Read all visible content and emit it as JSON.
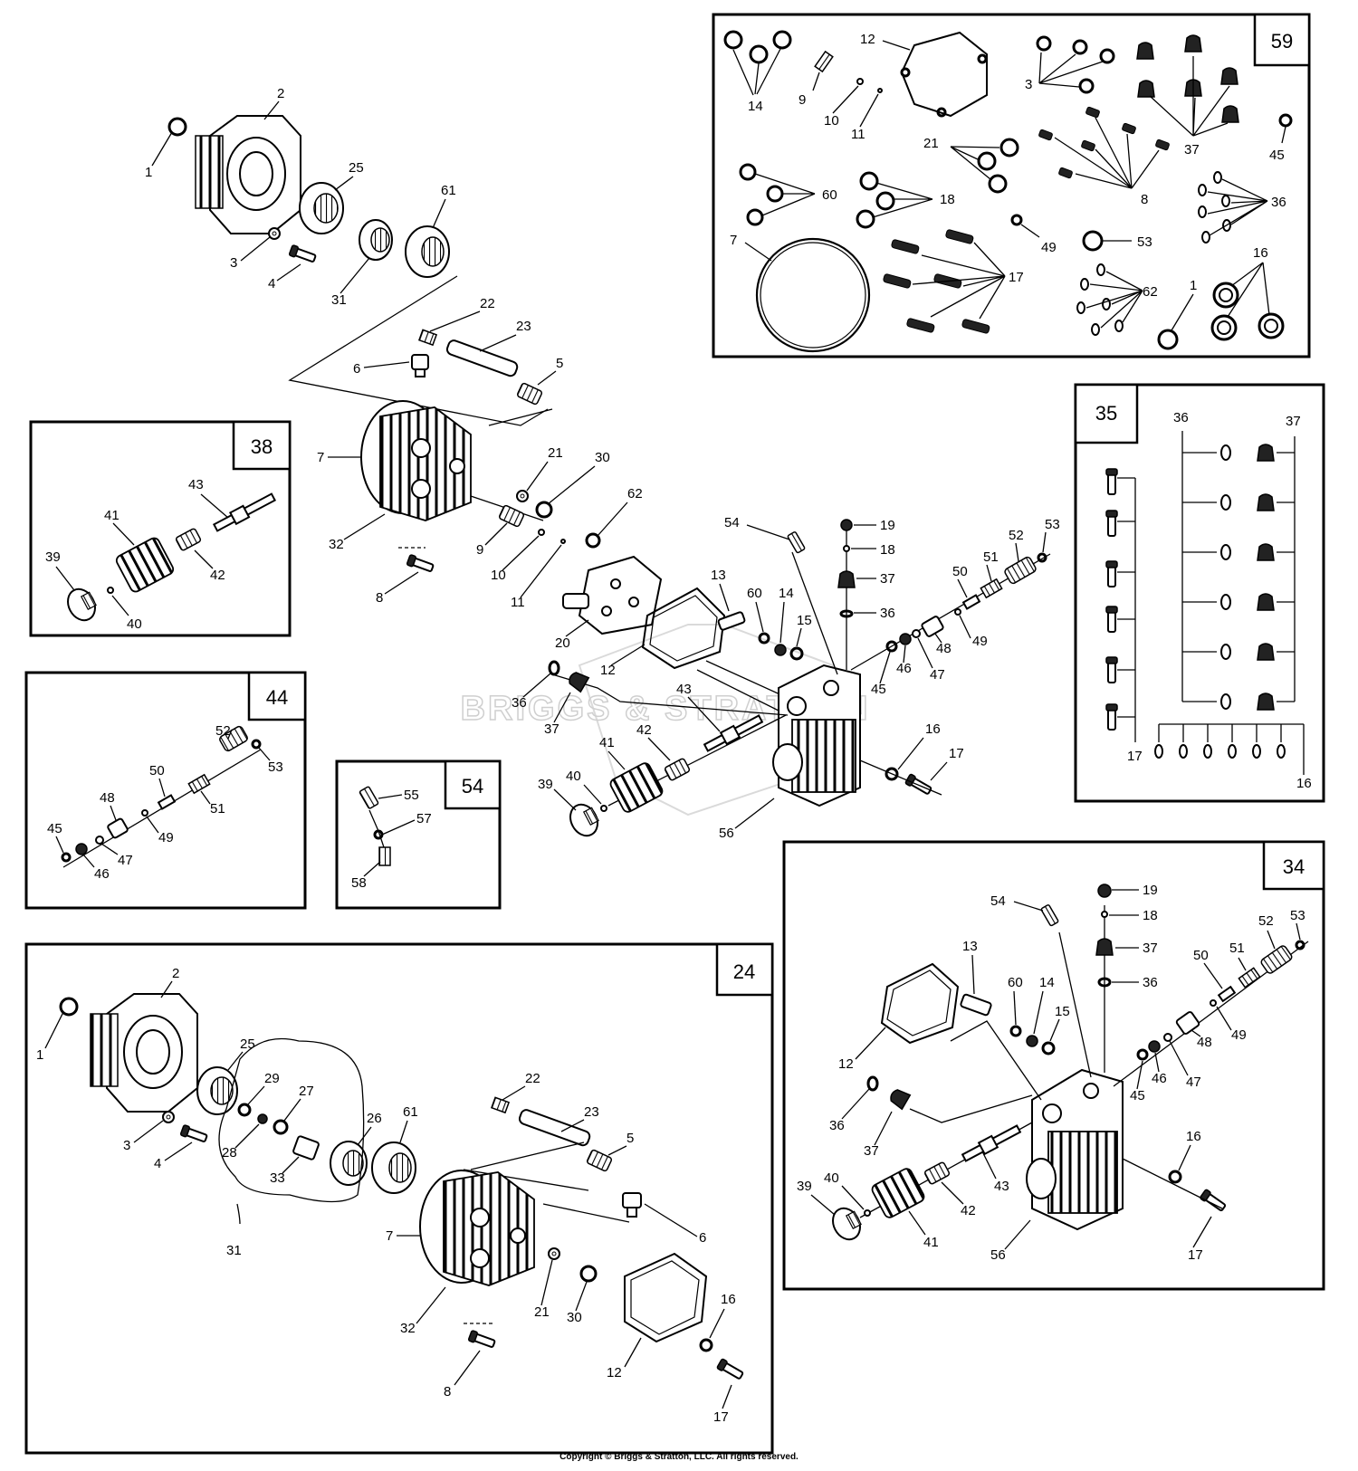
{
  "watermark": "BRIGGS & STRATTON",
  "copyright": "Copyright © Briggs & Stratton, LLC. All rights reserved.",
  "panels": {
    "p59": "59",
    "p35": "35",
    "p38": "38",
    "p44": "44",
    "p54": "54",
    "p34": "34",
    "p24": "24"
  },
  "callouts": {
    "main": [
      {
        "id": "m1",
        "label": "1"
      },
      {
        "id": "m2",
        "label": "2"
      },
      {
        "id": "m25",
        "label": "25"
      },
      {
        "id": "m61",
        "label": "61"
      },
      {
        "id": "m3",
        "label": "3"
      },
      {
        "id": "m4",
        "label": "4"
      },
      {
        "id": "m31",
        "label": "31"
      },
      {
        "id": "m22",
        "label": "22"
      },
      {
        "id": "m23",
        "label": "23"
      },
      {
        "id": "m6",
        "label": "6"
      },
      {
        "id": "m5",
        "label": "5"
      },
      {
        "id": "m7",
        "label": "7"
      },
      {
        "id": "m21",
        "label": "21"
      },
      {
        "id": "m30",
        "label": "30"
      },
      {
        "id": "m62",
        "label": "62"
      },
      {
        "id": "m32",
        "label": "32"
      },
      {
        "id": "m9",
        "label": "9"
      },
      {
        "id": "m10",
        "label": "10"
      },
      {
        "id": "m11",
        "label": "11"
      },
      {
        "id": "m8",
        "label": "8"
      },
      {
        "id": "m20",
        "label": "20"
      },
      {
        "id": "m12",
        "label": "12"
      },
      {
        "id": "m13",
        "label": "13"
      },
      {
        "id": "m54",
        "label": "54"
      },
      {
        "id": "m19",
        "label": "19"
      },
      {
        "id": "m18",
        "label": "18"
      },
      {
        "id": "m37",
        "label": "37"
      },
      {
        "id": "m36",
        "label": "36"
      },
      {
        "id": "m60",
        "label": "60"
      },
      {
        "id": "m14",
        "label": "14"
      },
      {
        "id": "m15",
        "label": "15"
      },
      {
        "id": "m50",
        "label": "50"
      },
      {
        "id": "m51",
        "label": "51"
      },
      {
        "id": "m52",
        "label": "52"
      },
      {
        "id": "m53",
        "label": "53"
      },
      {
        "id": "m48",
        "label": "48"
      },
      {
        "id": "m49",
        "label": "49"
      },
      {
        "id": "m46",
        "label": "46"
      },
      {
        "id": "m47",
        "label": "47"
      },
      {
        "id": "m45",
        "label": "45"
      },
      {
        "id": "m36b",
        "label": "36"
      },
      {
        "id": "m37b",
        "label": "37"
      },
      {
        "id": "m42",
        "label": "42"
      },
      {
        "id": "m43",
        "label": "43"
      },
      {
        "id": "m41",
        "label": "41"
      },
      {
        "id": "m16",
        "label": "16"
      },
      {
        "id": "m17",
        "label": "17"
      },
      {
        "id": "m39",
        "label": "39"
      },
      {
        "id": "m40",
        "label": "40"
      },
      {
        "id": "m56",
        "label": "56"
      }
    ],
    "p59": [
      {
        "id": "a14",
        "label": "14"
      },
      {
        "id": "a12",
        "label": "12"
      },
      {
        "id": "a9",
        "label": "9"
      },
      {
        "id": "a10",
        "label": "10"
      },
      {
        "id": "a11",
        "label": "11"
      },
      {
        "id": "a3",
        "label": "3"
      },
      {
        "id": "a37",
        "label": "37"
      },
      {
        "id": "a45",
        "label": "45"
      },
      {
        "id": "a21",
        "label": "21"
      },
      {
        "id": "a8",
        "label": "8"
      },
      {
        "id": "a60",
        "label": "60"
      },
      {
        "id": "a18",
        "label": "18"
      },
      {
        "id": "a36",
        "label": "36"
      },
      {
        "id": "a7",
        "label": "7"
      },
      {
        "id": "a49",
        "label": "49"
      },
      {
        "id": "a53",
        "label": "53"
      },
      {
        "id": "a17",
        "label": "17"
      },
      {
        "id": "a62",
        "label": "62"
      },
      {
        "id": "a16",
        "label": "16"
      },
      {
        "id": "a1",
        "label": "1"
      }
    ],
    "p35": [
      {
        "id": "b36",
        "label": "36"
      },
      {
        "id": "b37",
        "label": "37"
      },
      {
        "id": "b17",
        "label": "17"
      },
      {
        "id": "b16",
        "label": "16"
      }
    ],
    "p38": [
      {
        "id": "c43",
        "label": "43"
      },
      {
        "id": "c41",
        "label": "41"
      },
      {
        "id": "c42",
        "label": "42"
      },
      {
        "id": "c39",
        "label": "39"
      },
      {
        "id": "c40",
        "label": "40"
      }
    ],
    "p44": [
      {
        "id": "d52",
        "label": "52"
      },
      {
        "id": "d53",
        "label": "53"
      },
      {
        "id": "d50",
        "label": "50"
      },
      {
        "id": "d48",
        "label": "48"
      },
      {
        "id": "d51",
        "label": "51"
      },
      {
        "id": "d45",
        "label": "45"
      },
      {
        "id": "d49",
        "label": "49"
      },
      {
        "id": "d47",
        "label": "47"
      },
      {
        "id": "d46",
        "label": "46"
      }
    ],
    "p54": [
      {
        "id": "e55",
        "label": "55"
      },
      {
        "id": "e57",
        "label": "57"
      },
      {
        "id": "e58",
        "label": "58"
      }
    ],
    "p34": [
      {
        "id": "f19",
        "label": "19"
      },
      {
        "id": "f54",
        "label": "54"
      },
      {
        "id": "f18",
        "label": "18"
      },
      {
        "id": "f37",
        "label": "37"
      },
      {
        "id": "f53",
        "label": "53"
      },
      {
        "id": "f52",
        "label": "52"
      },
      {
        "id": "f13",
        "label": "13"
      },
      {
        "id": "f36",
        "label": "36"
      },
      {
        "id": "f50",
        "label": "50"
      },
      {
        "id": "f51",
        "label": "51"
      },
      {
        "id": "f60",
        "label": "60"
      },
      {
        "id": "f14",
        "label": "14"
      },
      {
        "id": "f15",
        "label": "15"
      },
      {
        "id": "f49",
        "label": "49"
      },
      {
        "id": "f48",
        "label": "48"
      },
      {
        "id": "f46",
        "label": "46"
      },
      {
        "id": "f47",
        "label": "47"
      },
      {
        "id": "f12",
        "label": "12"
      },
      {
        "id": "f45",
        "label": "45"
      },
      {
        "id": "f36b",
        "label": "36"
      },
      {
        "id": "f37b",
        "label": "37"
      },
      {
        "id": "f16",
        "label": "16"
      },
      {
        "id": "f43",
        "label": "43"
      },
      {
        "id": "f39",
        "label": "39"
      },
      {
        "id": "f40",
        "label": "40"
      },
      {
        "id": "f42",
        "label": "42"
      },
      {
        "id": "f41",
        "label": "41"
      },
      {
        "id": "f56",
        "label": "56"
      },
      {
        "id": "f17",
        "label": "17"
      }
    ],
    "p24": [
      {
        "id": "g1",
        "label": "1"
      },
      {
        "id": "g2",
        "label": "2"
      },
      {
        "id": "g25",
        "label": "25"
      },
      {
        "id": "g29",
        "label": "29"
      },
      {
        "id": "g27",
        "label": "27"
      },
      {
        "id": "g22",
        "label": "22"
      },
      {
        "id": "g23",
        "label": "23"
      },
      {
        "id": "g26",
        "label": "26"
      },
      {
        "id": "g61",
        "label": "61"
      },
      {
        "id": "g5",
        "label": "5"
      },
      {
        "id": "g3",
        "label": "3"
      },
      {
        "id": "g28",
        "label": "28"
      },
      {
        "id": "g4",
        "label": "4"
      },
      {
        "id": "g33",
        "label": "33"
      },
      {
        "id": "g6",
        "label": "6"
      },
      {
        "id": "g7",
        "label": "7"
      },
      {
        "id": "g31",
        "label": "31"
      },
      {
        "id": "g21",
        "label": "21"
      },
      {
        "id": "g30",
        "label": "30"
      },
      {
        "id": "g16",
        "label": "16"
      },
      {
        "id": "g32",
        "label": "32"
      },
      {
        "id": "g12",
        "label": "12"
      },
      {
        "id": "g8",
        "label": "8"
      },
      {
        "id": "g17",
        "label": "17"
      }
    ]
  }
}
